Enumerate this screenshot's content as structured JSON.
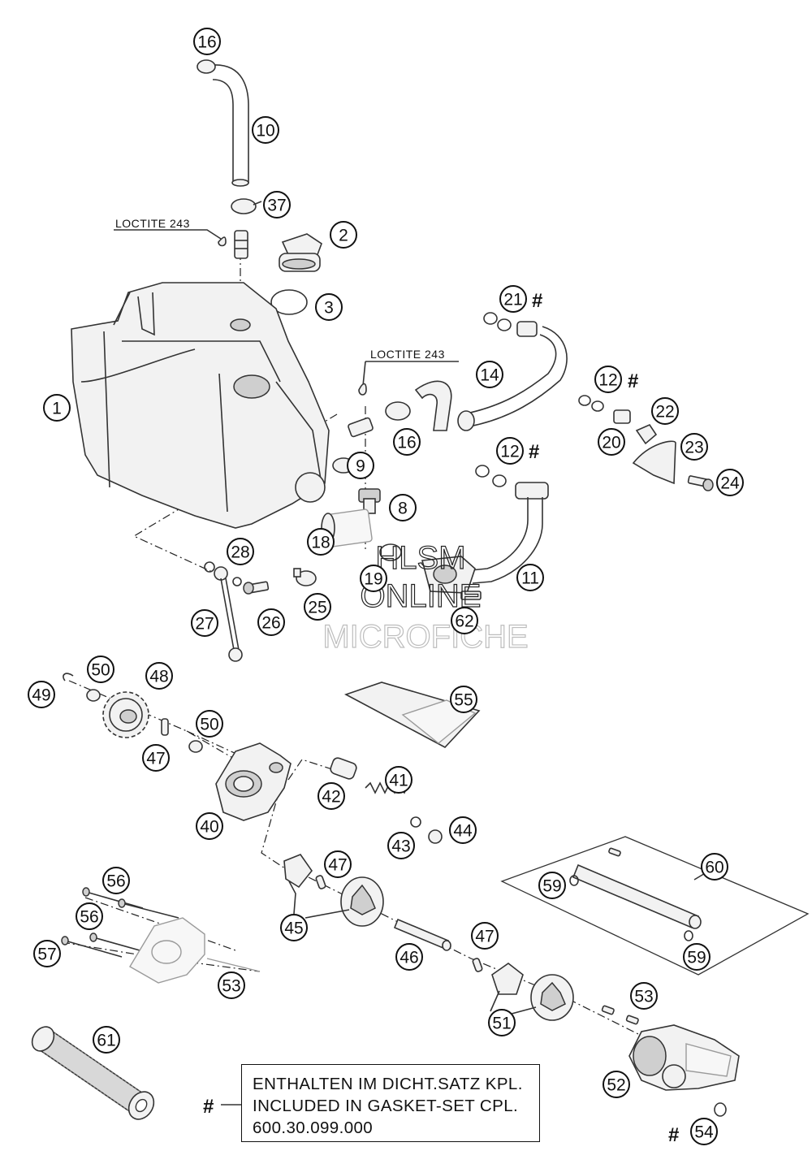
{
  "watermark": {
    "line1": "HLSM",
    "line2": "ONLINE",
    "line3": "MICROFICHE"
  },
  "loctite_labels": [
    "LOCTITE 243",
    "LOCTITE 243"
  ],
  "gasket_marker": "#",
  "note": {
    "marker": "#",
    "line1": "ENTHALTEN IM DICHT.SATZ KPL.",
    "line2": "INCLUDED IN GASKET-SET CPL.",
    "line3": "600.30.099.000"
  },
  "callouts": {
    "c16a": "16",
    "c10": "10",
    "c37": "37",
    "c2": "2",
    "c3": "3",
    "c1": "1",
    "c21": "21",
    "c14": "14",
    "c16b": "16",
    "c12a": "12",
    "c22": "22",
    "c20": "20",
    "c23": "23",
    "c24": "24",
    "c12b": "12",
    "c9": "9",
    "c8": "8",
    "c18": "18",
    "c11": "11",
    "c19": "19",
    "c28": "28",
    "c25": "25",
    "c62": "62",
    "c27": "27",
    "c26": "26",
    "c50a": "50",
    "c48": "48",
    "c49": "49",
    "c55": "55",
    "c50b": "50",
    "c47a": "47",
    "c41": "41",
    "c42": "42",
    "c40": "40",
    "c43": "43",
    "c44": "44",
    "c60": "60",
    "c56a": "56",
    "c47b": "47",
    "c59a": "59",
    "c56b": "56",
    "c45": "45",
    "c47c": "47",
    "c57": "57",
    "c46": "46",
    "c59b": "59",
    "c53a": "53",
    "c53b": "53",
    "c51": "51",
    "c61": "61",
    "c52": "52",
    "c54": "54"
  }
}
